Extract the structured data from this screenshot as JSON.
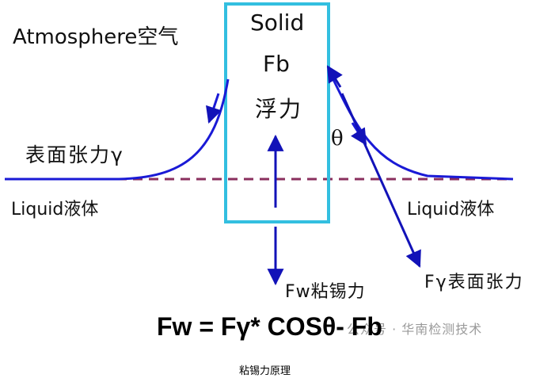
{
  "diagram": {
    "atmosphere_label": "Atmosphere空气",
    "solid_label": "Solid",
    "fb_label": "Fb",
    "buoyancy_label": "浮力",
    "surface_tension_left": "表面张力γ",
    "theta": "θ",
    "liquid_left": "Liquid液体",
    "liquid_right": "Liquid液体",
    "fw_label": "Fw粘锡力",
    "fgamma_label": "Fγ表面张力",
    "formula": "Fw = Fγ* COSθ- Fb",
    "watermark": "公众号 · 华南检测技术",
    "colors": {
      "box_border": "#33bfe0",
      "curve": "#1a1ad6",
      "arrow": "#1212b8",
      "liquid_line": "#8a2f5e"
    }
  },
  "caption": "粘锡力原理"
}
